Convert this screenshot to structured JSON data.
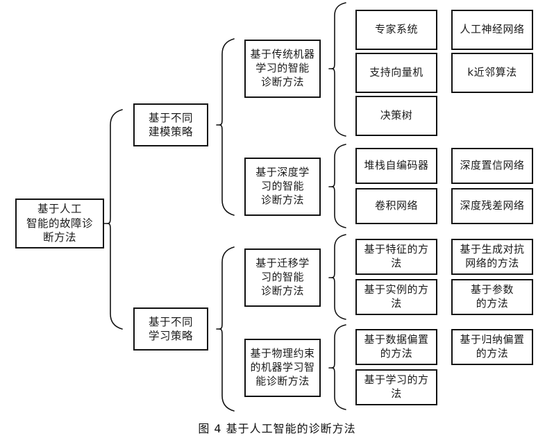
{
  "figure": {
    "caption": "图 4    基于人工智能的诊断方法",
    "caption_label": "图 4",
    "caption_title": "基于人工智能的诊断方法"
  },
  "colors": {
    "stroke": "#111111",
    "background": "#ffffff",
    "text": "#1a1a1a"
  },
  "tree": {
    "root": {
      "label": "基于人工\n智能的故障诊\n断方法",
      "text": "基于人工智能的故障诊断方法"
    },
    "level2": [
      {
        "id": "modeling-strategy",
        "label": "基于不同\n建模策略",
        "text": "基于不同建模策略"
      },
      {
        "id": "learning-strategy",
        "label": "基于不同\n学习策略",
        "text": "基于不同学习策略"
      }
    ],
    "level3": [
      {
        "id": "traditional-ml",
        "parent": "modeling-strategy",
        "label": "基于传统机器\n学习的智能\n诊断方法",
        "text": "基于传统机器学习的智能诊断方法"
      },
      {
        "id": "deep-learning",
        "parent": "modeling-strategy",
        "label": "基于深度学\n习的智能\n诊断方法",
        "text": "基于深度学习的智能诊断方法"
      },
      {
        "id": "transfer-learning",
        "parent": "learning-strategy",
        "label": "基于迁移学\n习的智能\n诊断方法",
        "text": "基于迁移学习的智能诊断方法"
      },
      {
        "id": "physics-informed",
        "parent": "learning-strategy",
        "label": "基于物理约束\n的机器学习智\n能诊断方法",
        "text": "基于物理约束的机器学习智能诊断方法"
      }
    ],
    "leaves": [
      {
        "id": "expert-system",
        "parent": "traditional-ml",
        "column": 4,
        "label": "专家系统"
      },
      {
        "id": "svm",
        "parent": "traditional-ml",
        "column": 4,
        "label": "支持向量机"
      },
      {
        "id": "decision-tree",
        "parent": "traditional-ml",
        "column": 4,
        "label": "决策树"
      },
      {
        "id": "ann",
        "parent": "traditional-ml",
        "column": 5,
        "label": "人工神经网络"
      },
      {
        "id": "knn",
        "parent": "traditional-ml",
        "column": 5,
        "label": "k近邻算法"
      },
      {
        "id": "stacked-autoencoder",
        "parent": "deep-learning",
        "column": 4,
        "label": "堆栈自编码器"
      },
      {
        "id": "convolutional-network",
        "parent": "deep-learning",
        "column": 4,
        "label": "卷积网络"
      },
      {
        "id": "deep-belief-network",
        "parent": "deep-learning",
        "column": 5,
        "label": "深度置信网络"
      },
      {
        "id": "deep-residual-network",
        "parent": "deep-learning",
        "column": 5,
        "label": "深度残差网络"
      },
      {
        "id": "feature-based",
        "parent": "transfer-learning",
        "column": 4,
        "label": "基于特征的方法"
      },
      {
        "id": "instance-based",
        "parent": "transfer-learning",
        "column": 4,
        "label": "基于实例的方法"
      },
      {
        "id": "gan-based",
        "parent": "transfer-learning",
        "column": 5,
        "label": "基于生成对抗\n网络的方法"
      },
      {
        "id": "parameter-based",
        "parent": "transfer-learning",
        "column": 5,
        "label": "基于参数\n的方法"
      },
      {
        "id": "data-bias-based",
        "parent": "physics-informed",
        "column": 4,
        "label": "基于数据偏置\n的方法"
      },
      {
        "id": "learning-based",
        "parent": "physics-informed",
        "column": 4,
        "label": "基于学习的方法"
      },
      {
        "id": "inductive-bias-based",
        "parent": "physics-informed",
        "column": 5,
        "label": "基于归纳偏置\n的方法"
      }
    ]
  }
}
